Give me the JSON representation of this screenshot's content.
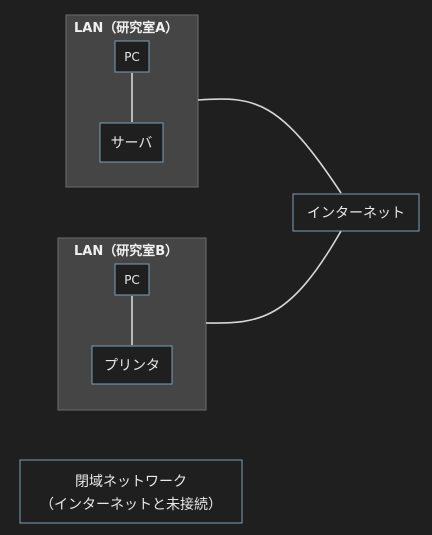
{
  "clusters": {
    "lab_a": {
      "label": "LAN（研究室A）"
    },
    "lab_b": {
      "label": "LAN（研究室B）"
    }
  },
  "nodes": {
    "pc_a": {
      "label": "PC"
    },
    "server": {
      "label": "サーバ"
    },
    "internet": {
      "label": "インターネット"
    },
    "pc_b": {
      "label": "PC"
    },
    "printer": {
      "label": "プリンタ"
    },
    "closed_net_line1": {
      "label": "閉域ネットワーク"
    },
    "closed_net_line2": {
      "label": "（インターネットと未接続）"
    }
  },
  "colors": {
    "background": "#1f1f1f",
    "cluster_fill": "#454545",
    "node_border": "#7f9fb2",
    "edge": "#d6d6d6"
  }
}
